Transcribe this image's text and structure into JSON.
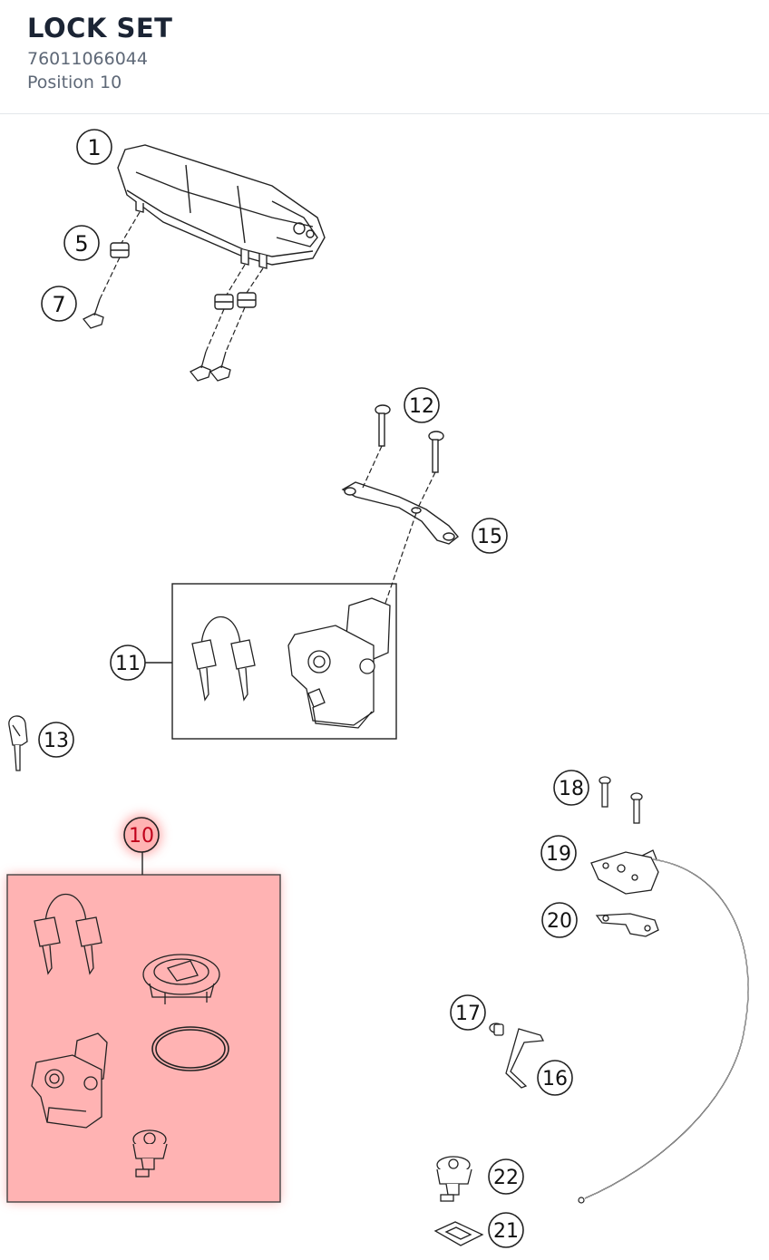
{
  "header": {
    "title": "LOCK SET",
    "part_number": "76011066044",
    "position_label": "Position 10"
  },
  "callouts": {
    "c1": "1",
    "c5": "5",
    "c7": "7",
    "c10": "10",
    "c11": "11",
    "c12": "12",
    "c13": "13",
    "c15": "15",
    "c16": "16",
    "c17": "17",
    "c18": "18",
    "c19": "19",
    "c20": "20",
    "c21": "21",
    "c22": "22"
  },
  "colors": {
    "highlight_fill": "#ffb3b3",
    "highlight_callout": "#c0001a",
    "line": "#222222"
  },
  "selected_position": "10"
}
